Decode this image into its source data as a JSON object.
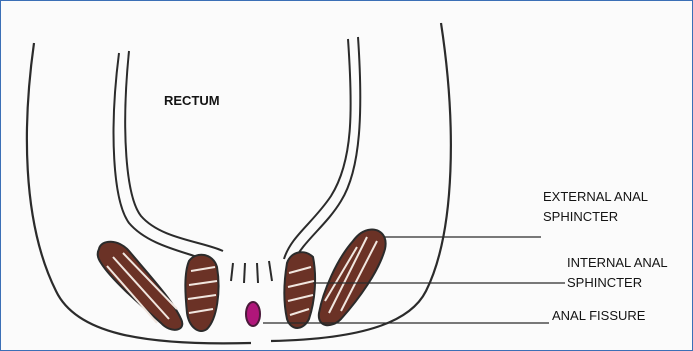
{
  "diagram": {
    "labels": {
      "rectum": "RECTUM",
      "external_sphincter_line1": "EXTERNAL ANAL",
      "external_sphincter_line2": "SPHINCTER",
      "internal_sphincter_line1": "INTERNAL ANAL",
      "internal_sphincter_line2": "SPHINCTER",
      "anal_fissure": "ANAL FISSURE"
    },
    "colors": {
      "outline": "#2b2b2b",
      "sphincter_fill": "#6b3226",
      "sphincter_stripes": "#f1e6df",
      "fissure_fill": "#b0167a",
      "frame_border": "#3b6fb6"
    }
  }
}
